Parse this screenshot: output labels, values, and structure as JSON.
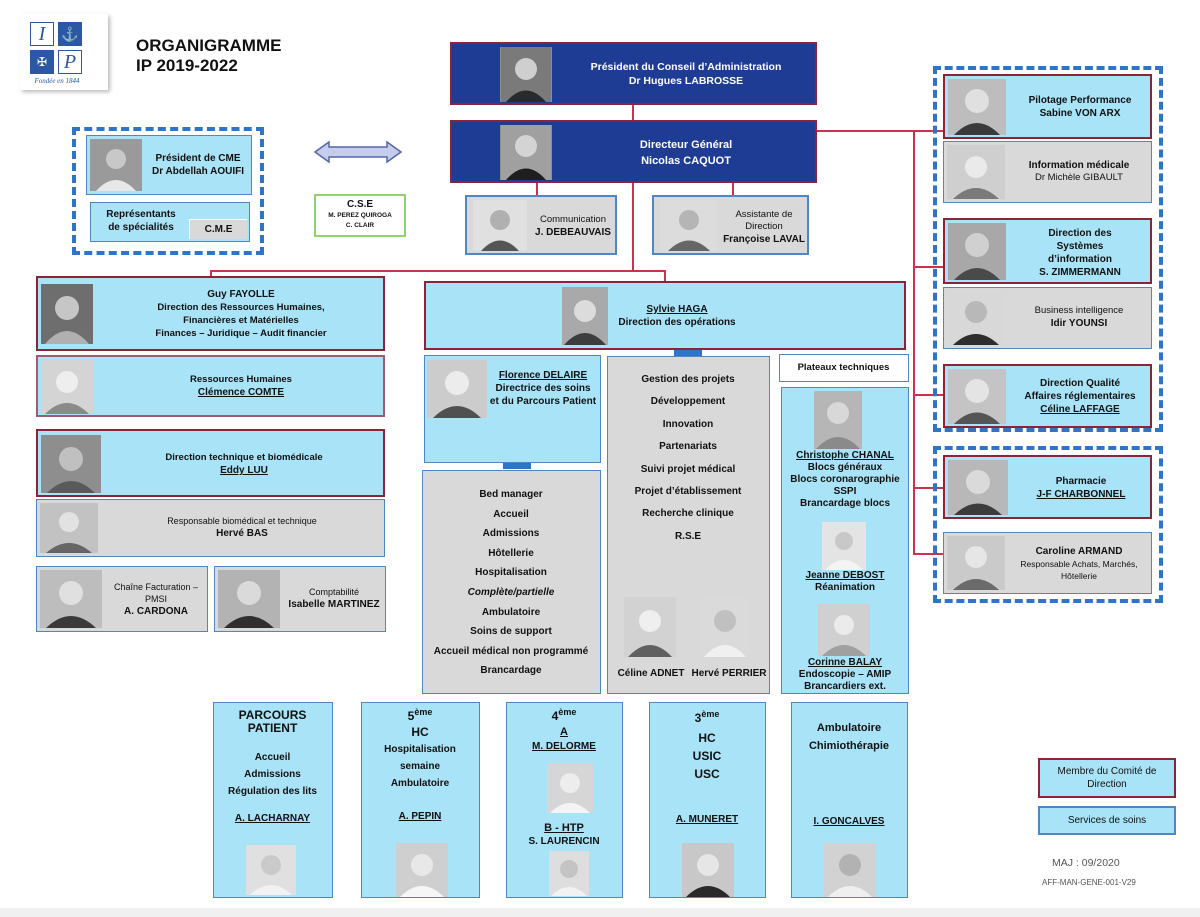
{
  "logo": {
    "l1": "I",
    "l2": "P",
    "tag": "Fondée en 1844"
  },
  "header": {
    "title1": "ORGANIGRAMME",
    "title2": "IP 2019-2022"
  },
  "president": {
    "role": "Président du Conseil d’Administration",
    "name": "Dr Hugues LABROSSE"
  },
  "dg": {
    "role": "Directeur Général",
    "name": "Nicolas CAQUOT"
  },
  "communication": {
    "role": "Communication",
    "name": "J. DEBEAUVAIS"
  },
  "assistante": {
    "role1": "Assistante de",
    "role2": "Direction",
    "name": "Françoise LAVAL"
  },
  "cme": {
    "role": "Président de CME",
    "name": "Dr Abdellah AOUIFI",
    "rep1": "Représentants",
    "rep2": "de spécialités",
    "label": "C.M.E"
  },
  "cse": {
    "title": "C.S.E",
    "m1": "M. PEREZ QUIROGA",
    "m2": "C. CLAIR"
  },
  "right": {
    "pilotage": {
      "role": "Pilotage Performance",
      "name": "Sabine VON ARX"
    },
    "infomed": {
      "role": "Information médicale",
      "name": "Dr Michèle GIBAULT"
    },
    "dsi": {
      "r1": "Direction des",
      "r2": "Systèmes",
      "r3": "d’information",
      "name": "S. ZIMMERMANN"
    },
    "bi": {
      "role": "Business intelligence",
      "name": "Idir YOUNSI"
    },
    "qualite": {
      "r1": "Direction Qualité",
      "r2": "Affaires réglementaires",
      "name": "Céline LAFFAGE"
    },
    "pharmacie": {
      "role": "Pharmacie",
      "name": "J-F CHARBONNEL"
    },
    "achats": {
      "name": "Caroline ARMAND",
      "r1": "Responsable Achats, Marchés,",
      "r2": "Hôtellerie"
    }
  },
  "left": {
    "fayolle": {
      "name": "Guy FAYOLLE",
      "r1": "Direction des Ressources Humaines,",
      "r2": "Financières et Matérielles",
      "r3": "Finances – Juridique – Audit financier"
    },
    "rh": {
      "role": "Ressources Humaines",
      "name": "Clémence COMTE"
    },
    "technique": {
      "role": "Direction technique et biomédicale",
      "name": "Eddy LUU"
    },
    "biomed": {
      "role": "Responsable biomédical et technique",
      "name": "Hervé BAS"
    },
    "facturation": {
      "r1": "Chaîne Facturation –",
      "r2": "PMSI",
      "name": "A. CARDONA"
    },
    "compta": {
      "role": "Comptabilité",
      "name": "Isabelle MARTINEZ"
    }
  },
  "ops": {
    "name": "Sylvie HAGA",
    "role": "Direction des opérations"
  },
  "soins": {
    "name": "Florence DELAIRE",
    "r1": "Directrice des soins",
    "r2": "et du Parcours Patient"
  },
  "bedlist": [
    "Bed manager",
    "Accueil",
    "Admissions",
    "Hôtellerie",
    "Hospitalisation",
    "Complète/partielle",
    "Ambulatoire",
    "Soins de support",
    "Accueil médical non programmé",
    "Brancardage"
  ],
  "projets": {
    "items": [
      "Gestion des projets",
      "Développement",
      "Innovation",
      "Partenariats",
      "Suivi projet médical",
      "Projet d’établissement",
      "Recherche clinique",
      "R.S.E"
    ],
    "p1": "Céline ADNET",
    "p2": "Hervé PERRIER"
  },
  "plateaux": {
    "title": "Plateaux techniques",
    "chanal": {
      "name": "Christophe CHANAL",
      "l1": "Blocs généraux",
      "l2": "Blocs coronarographie",
      "l3": "SSPI",
      "l4": "Brancardage blocs"
    },
    "debost": {
      "name": "Jeanne DEBOST",
      "l1": "Réanimation"
    },
    "balay": {
      "name": "Corinne BALAY",
      "l1": "Endoscopie – AMIP",
      "l2": "Brancardiers ext."
    }
  },
  "services": {
    "parcours": {
      "t1": "PARCOURS",
      "t2": "PATIENT",
      "l1": "Accueil",
      "l2": "Admissions",
      "l3": "Régulation des lits",
      "name": "A. LACHARNAY"
    },
    "s5": {
      "n": "5",
      "sup": "ème",
      "l1": "HC",
      "l2": "Hospitalisation",
      "l3": "semaine",
      "l4": "Ambulatoire",
      "name": "A. PEPIN"
    },
    "s4": {
      "n": "4",
      "sup": "ème",
      "a": "A",
      "name1": "M. DELORME",
      "b": "B - HTP",
      "name2": "S. LAURENCIN"
    },
    "s3": {
      "n": "3",
      "sup": "ème",
      "l1": "HC",
      "l2": "USIC",
      "l3": "USC",
      "name": "A. MUNERET"
    },
    "amb": {
      "l1": "Ambulatoire",
      "l2": "Chimiothérapie",
      "name": "I. GONCALVES"
    }
  },
  "legend": {
    "comite": "Membre du Comité de Direction",
    "services": "Services de soins"
  },
  "footer": {
    "maj": "MAJ : 09/2020",
    "ref": "AFF-MAN-GENE-001-V29"
  }
}
